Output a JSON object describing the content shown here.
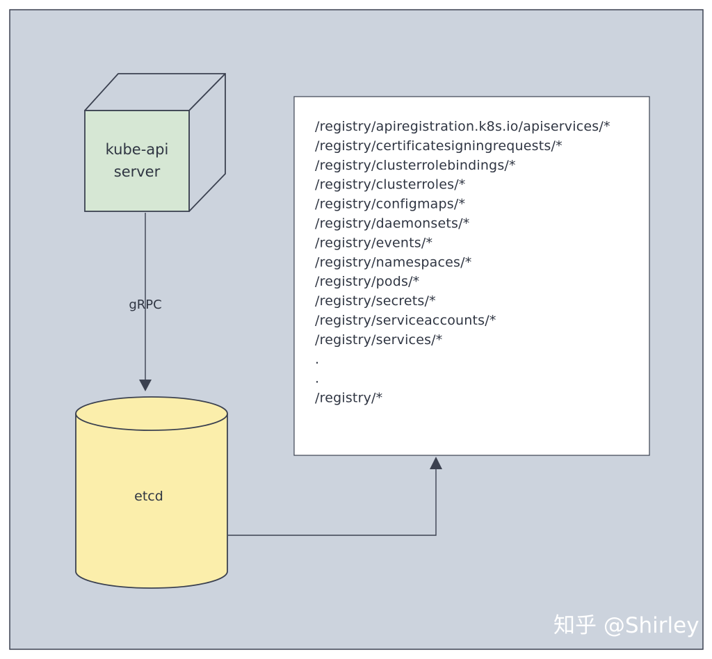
{
  "colors": {
    "background": "#ccd3dd",
    "stroke": "#3b4150",
    "server_face": "#d6e7d4",
    "etcd_fill": "#fbeeab",
    "panel_fill": "#ffffff"
  },
  "server": {
    "label_line1": "kube-api",
    "label_line2": "server"
  },
  "connector": {
    "label": "gRPC"
  },
  "etcd": {
    "label": "etcd"
  },
  "registry": {
    "lines": [
      "/registry/apiregistration.k8s.io/apiservices/*",
      "/registry/certificatesigningrequests/*",
      "/registry/clusterrolebindings/*",
      "/registry/clusterroles/*",
      "/registry/configmaps/*",
      "/registry/daemonsets/*",
      "/registry/events/*",
      "/registry/namespaces/*",
      "/registry/pods/*",
      "/registry/secrets/*",
      "/registry/serviceaccounts/*",
      "/registry/services/*",
      ".",
      ".",
      "/registry/*"
    ]
  },
  "watermark": {
    "text": "知乎 @Shirley"
  }
}
